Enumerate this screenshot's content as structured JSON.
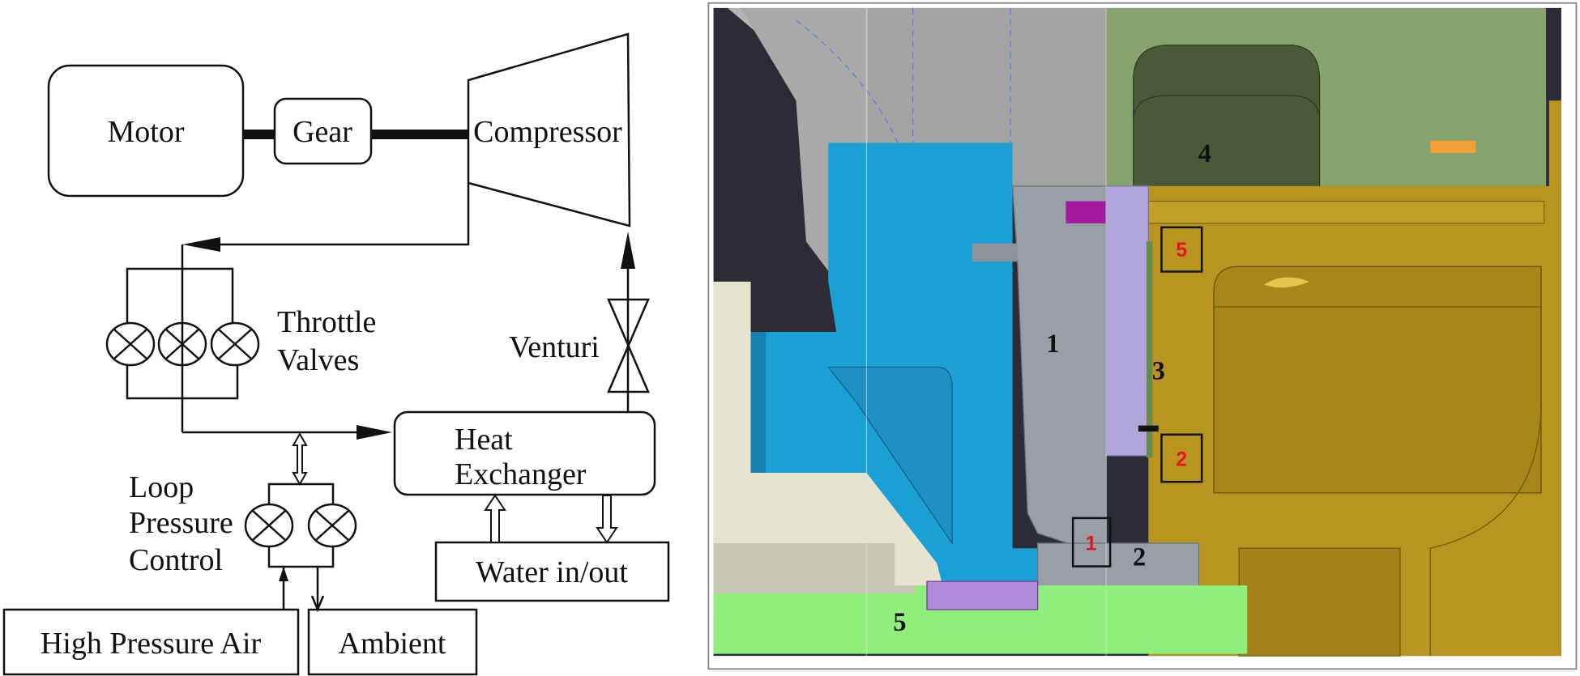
{
  "schematic": {
    "motor": "Motor",
    "gear": "Gear",
    "compressor": "Compressor",
    "throttle_valves": [
      "Throttle",
      "Valves"
    ],
    "venturi": "Venturi",
    "heat_exchanger": [
      "Heat",
      "Exchanger"
    ],
    "loop_pressure_control": [
      "Loop",
      "Pressure",
      "Control"
    ],
    "water": "Water in/out",
    "high_pressure_air": "High Pressure Air",
    "ambient": "Ambient"
  },
  "cad": {
    "labels": {
      "part1": "1",
      "part2": "2",
      "part3": "3",
      "part4": "4",
      "part5": "5"
    },
    "boxed_labels": {
      "box5": "5",
      "box2": "2",
      "box1": "1"
    },
    "colors": {
      "blue": "#1ba0d6",
      "gold": "#b8951f",
      "green": "#87a36e",
      "lavender": "#b1a6dc",
      "gray": "#9a9ea6",
      "shaft_green": "#8ef07a",
      "red_label": "#e8141c"
    }
  }
}
